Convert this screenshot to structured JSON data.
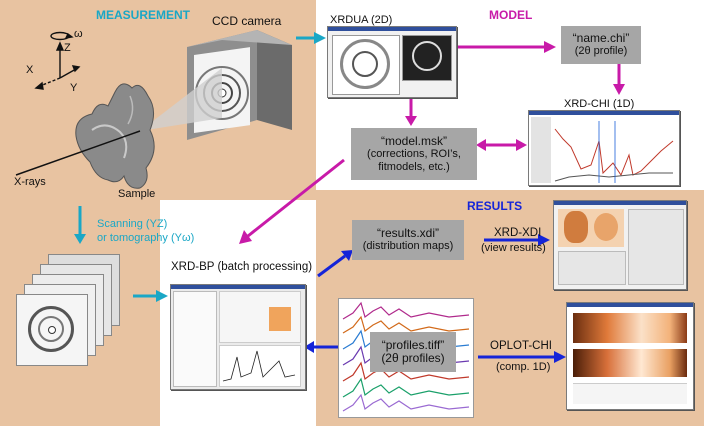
{
  "sections": {
    "measurement": "MEASUREMENT",
    "model": "MODEL",
    "results": "RESULTS"
  },
  "measurement": {
    "ccd_camera": "CCD camera",
    "axis_z": "Z",
    "axis_omega": "ω",
    "axis_x": "X",
    "axis_y": "Y",
    "xrays": "X-rays",
    "sample": "Sample",
    "scanning_line1": "Scanning (YZ)",
    "scanning_line2": "or tomography (Yω)"
  },
  "model": {
    "xrdua": "XRDUA (2D)",
    "name_chi_line1": "“name.chi”",
    "name_chi_line2": "(2θ profile)",
    "xrd_chi": "XRD-CHI (1D)",
    "model_msk_line1": "“model.msk”",
    "model_msk_line2": "(corrections, ROI’s,",
    "model_msk_line3": "fitmodels, etc.)"
  },
  "batch": {
    "xrd_bp": "XRD-BP (batch processing)"
  },
  "results": {
    "results_xdi_line1": "“results.xdi”",
    "results_xdi_line2": "(distribution maps)",
    "xrd_xdi_line1": "XRD-XDI",
    "xrd_xdi_line2": "(view results)",
    "profiles_line1": "“profiles.tiff”",
    "profiles_line2": "(2θ profiles)",
    "oplot_line1": "OPLOT-CHI",
    "oplot_line2": "(comp. 1D)"
  },
  "colors": {
    "background": "#e8c3a1",
    "cyan": "#1aa7c6",
    "magenta": "#c81aa8",
    "blue": "#1524d8",
    "box_gray": "#a6a6a6"
  }
}
